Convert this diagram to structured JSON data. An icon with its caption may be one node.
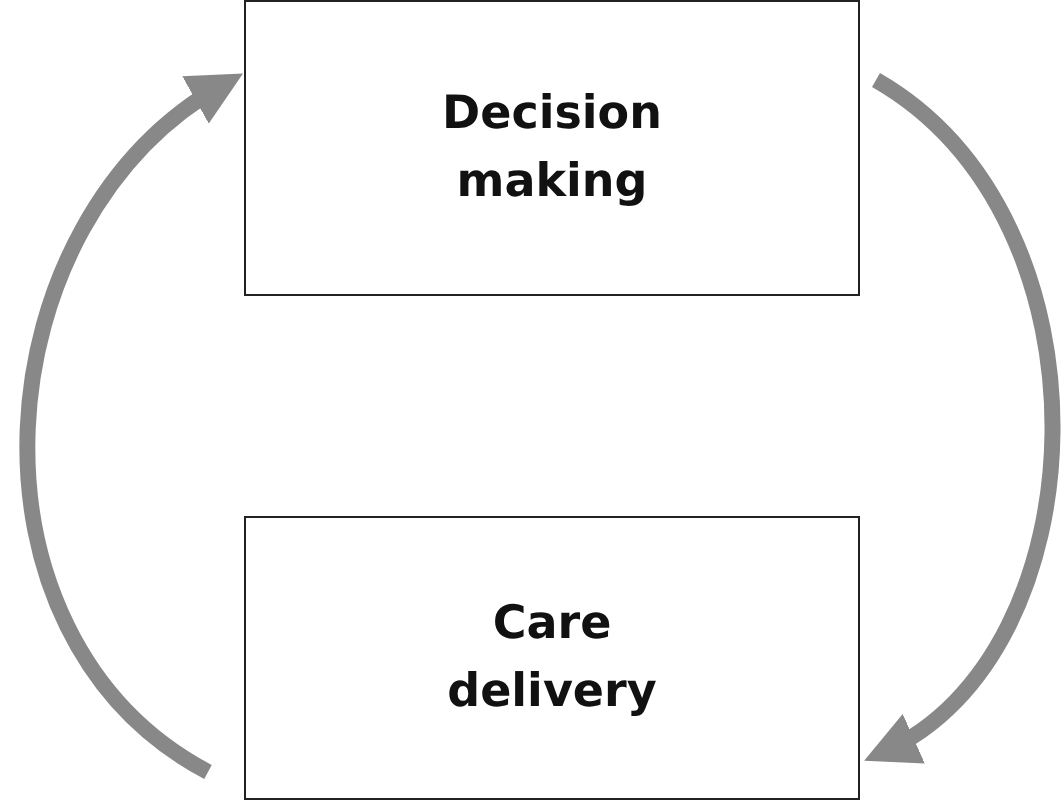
{
  "diagram": {
    "nodes": [
      {
        "text": [
          "Decision making"
        ]
      },
      {
        "text": [
          "Care delivery"
        ]
      }
    ],
    "edges": [
      {
        "from": 0,
        "to": 1,
        "arrow": "to"
      },
      {
        "from": 1,
        "to": 0,
        "arrow": "to"
      }
    ]
  }
}
